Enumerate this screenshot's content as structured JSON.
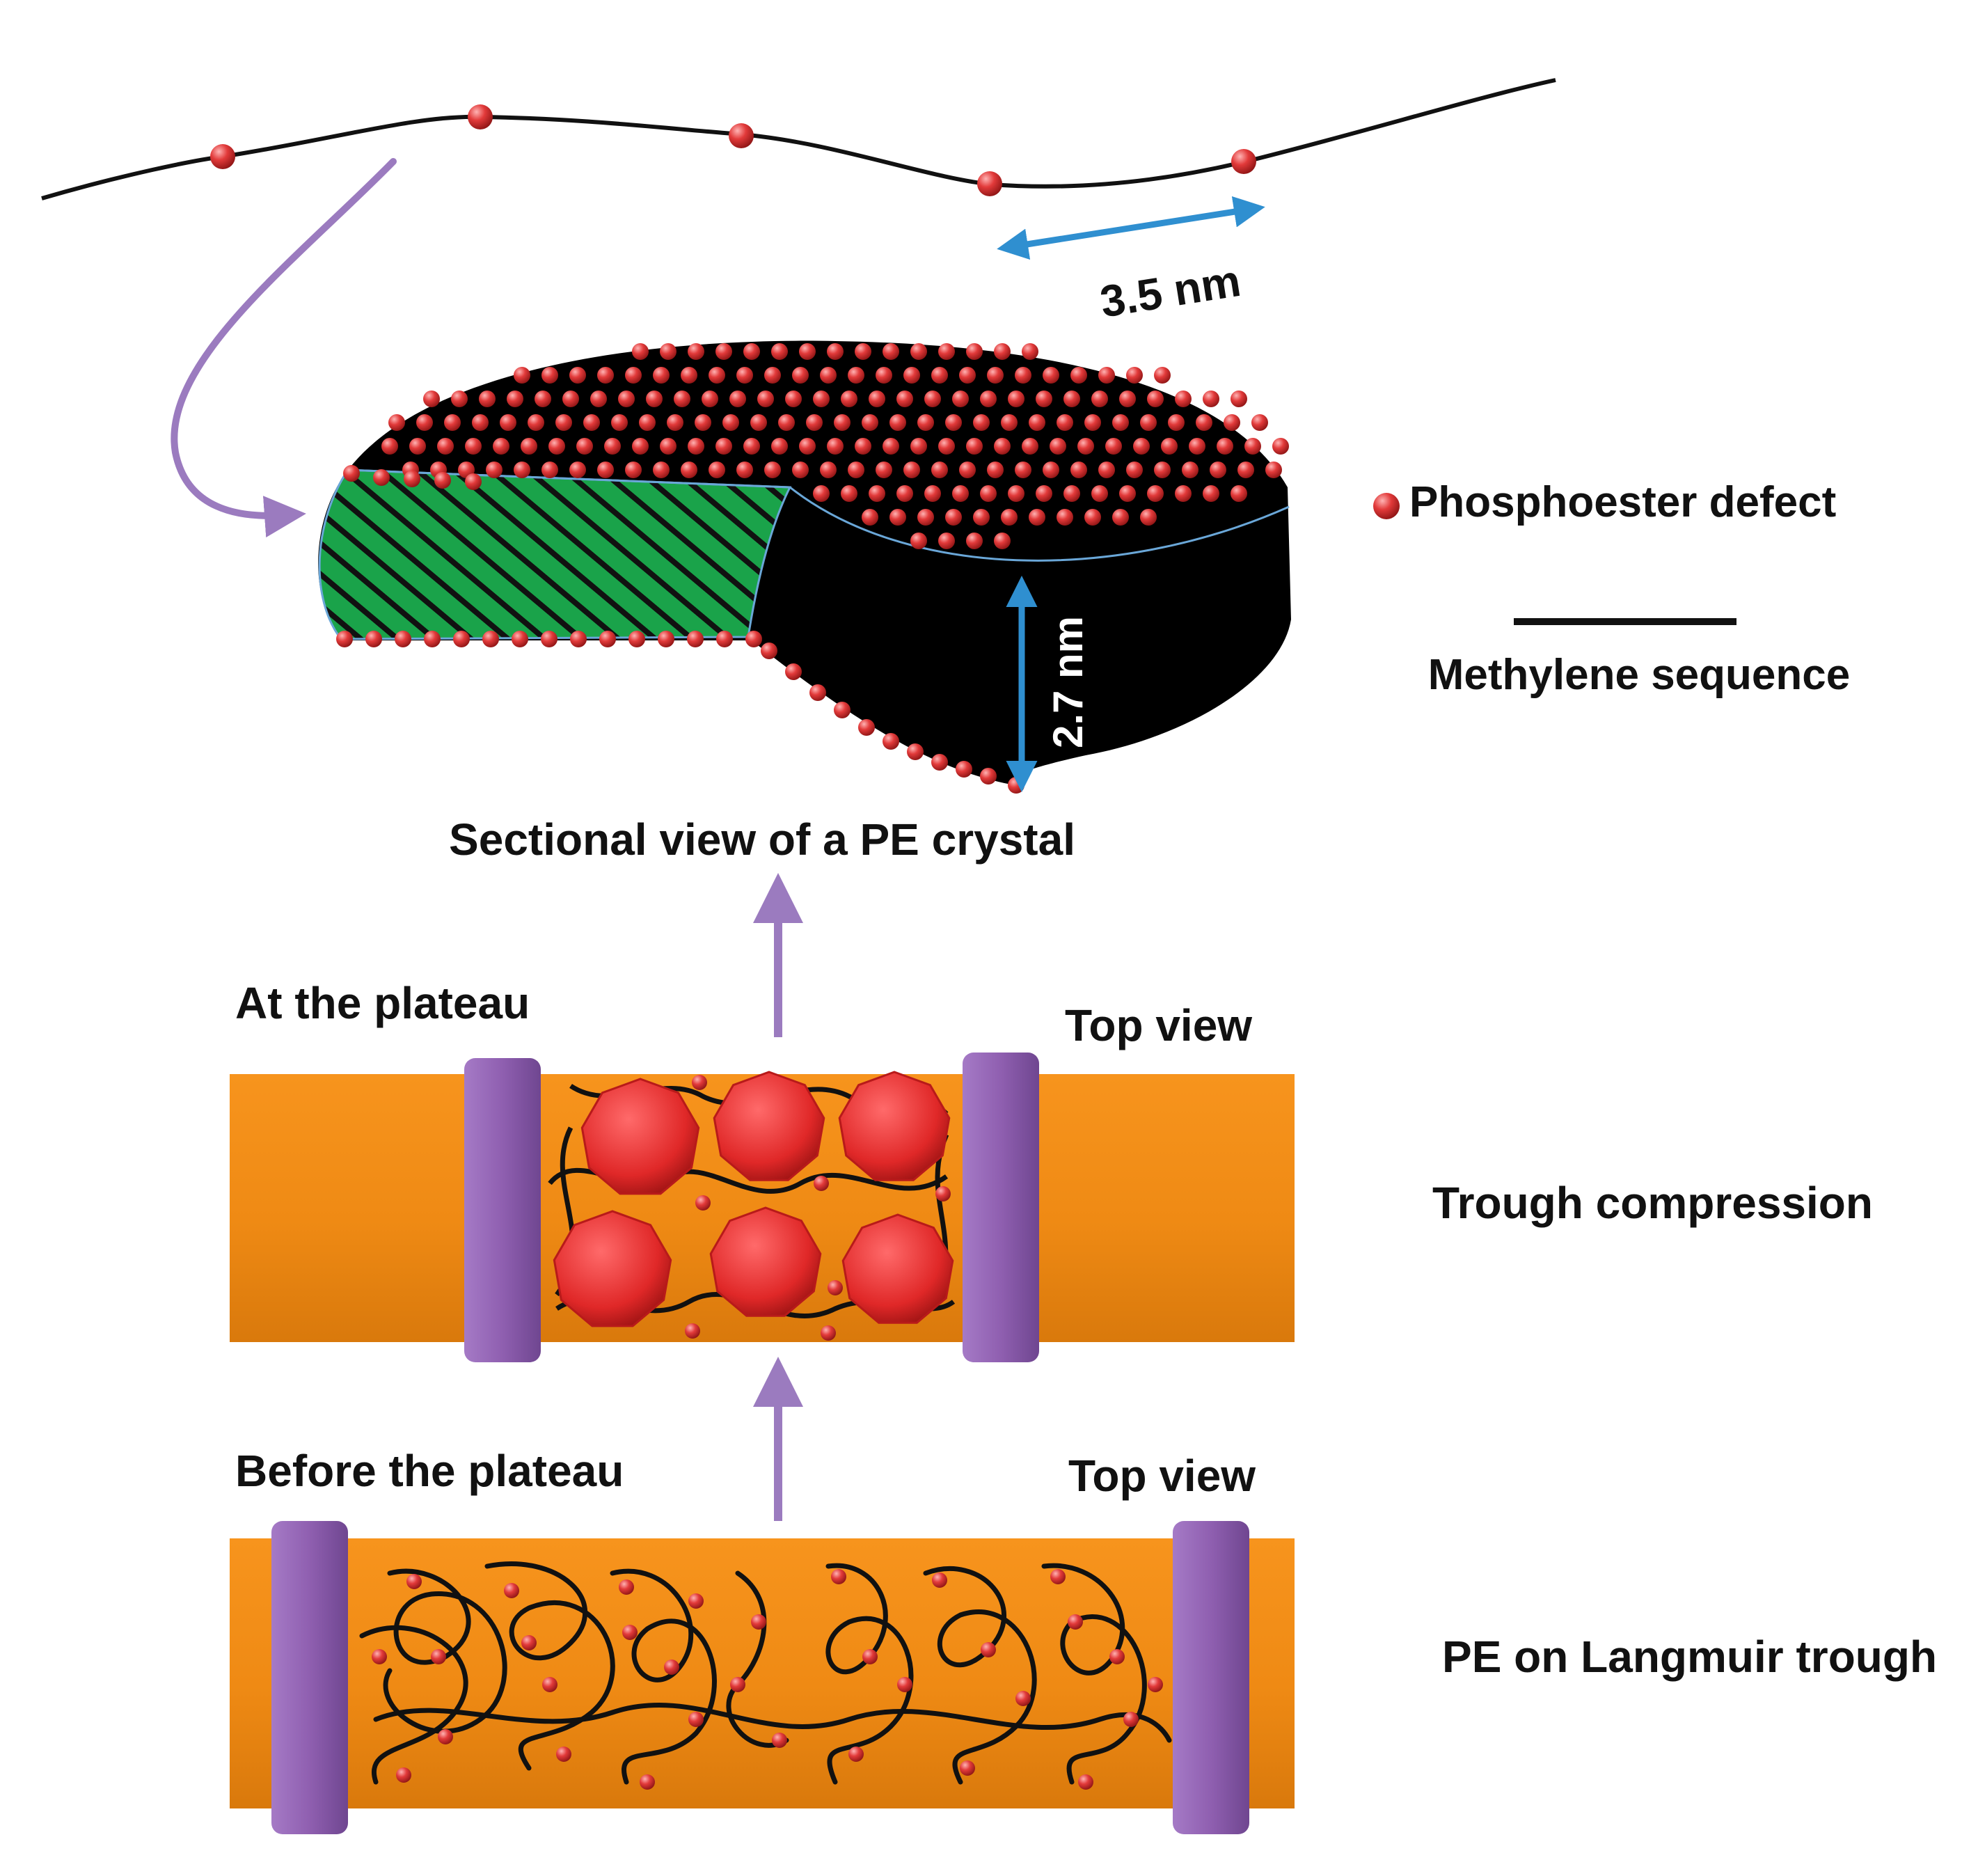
{
  "labels": {
    "spacing": "3.5 nm",
    "thickness": "2.7 nm",
    "sectional_view": "Sectional view of a PE crystal",
    "at_plateau": "At the plateau",
    "before_plateau": "Before the plateau",
    "top_view_1": "Top view",
    "top_view_2": "Top view",
    "trough_compression": "Trough compression",
    "pe_langmuir": "PE on Langmuir trough"
  },
  "legend": {
    "defect": "Phosphoester defect",
    "methylene": "Methylene sequence"
  },
  "colors": {
    "defect_red": "#e23a3a",
    "chain_black": "#111111",
    "dimension_blue": "#2f8fd0",
    "flow_arrow_purple": "#9b7bbf",
    "trough_orange": "#f7941d",
    "barrier_purple": "#8f5fb0",
    "section_green": "#1aa34a"
  },
  "icons": {
    "defect_marker": "red-sphere-icon",
    "methylene_marker": "black-line-icon"
  }
}
